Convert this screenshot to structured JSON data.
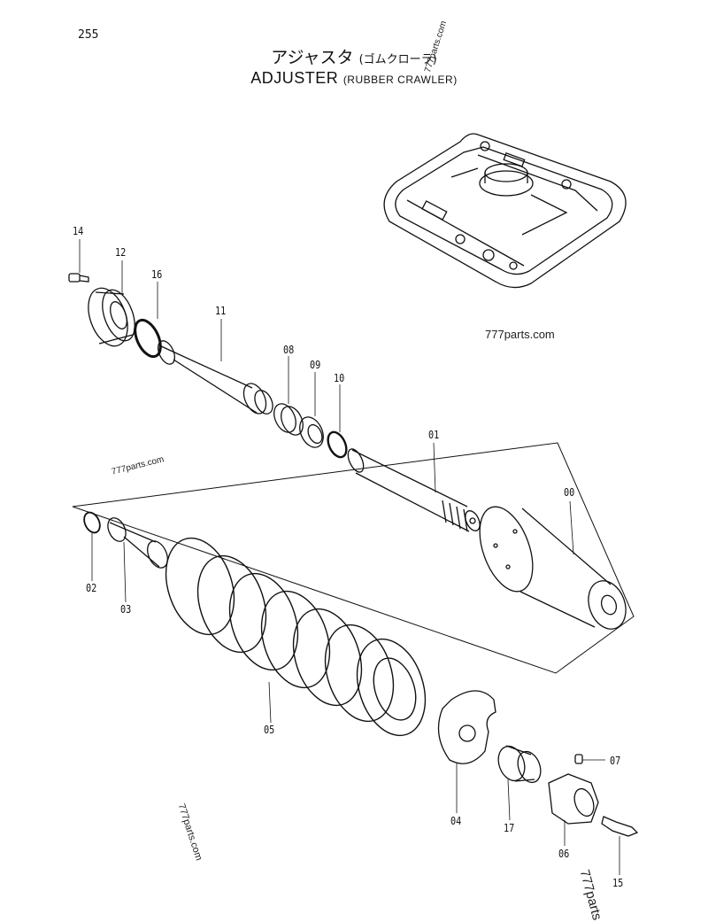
{
  "page_number": "255",
  "title_jp": "アジャスタ",
  "title_jp_sub": "(ゴムクローラ)",
  "title_en": "ADJUSTER",
  "title_en_sub": "(RUBBER CRAWLER)",
  "watermarks": [
    "777parts.com",
    "777parts.com",
    "777parts.com",
    "777parts.com",
    "777parts"
  ],
  "parts": [
    {
      "no": "00"
    },
    {
      "no": "01"
    },
    {
      "no": "02"
    },
    {
      "no": "03"
    },
    {
      "no": "04"
    },
    {
      "no": "05"
    },
    {
      "no": "06"
    },
    {
      "no": "07"
    },
    {
      "no": "08"
    },
    {
      "no": "09"
    },
    {
      "no": "10"
    },
    {
      "no": "11"
    },
    {
      "no": "12"
    },
    {
      "no": "14"
    },
    {
      "no": "15"
    },
    {
      "no": "16"
    },
    {
      "no": "17"
    }
  ]
}
